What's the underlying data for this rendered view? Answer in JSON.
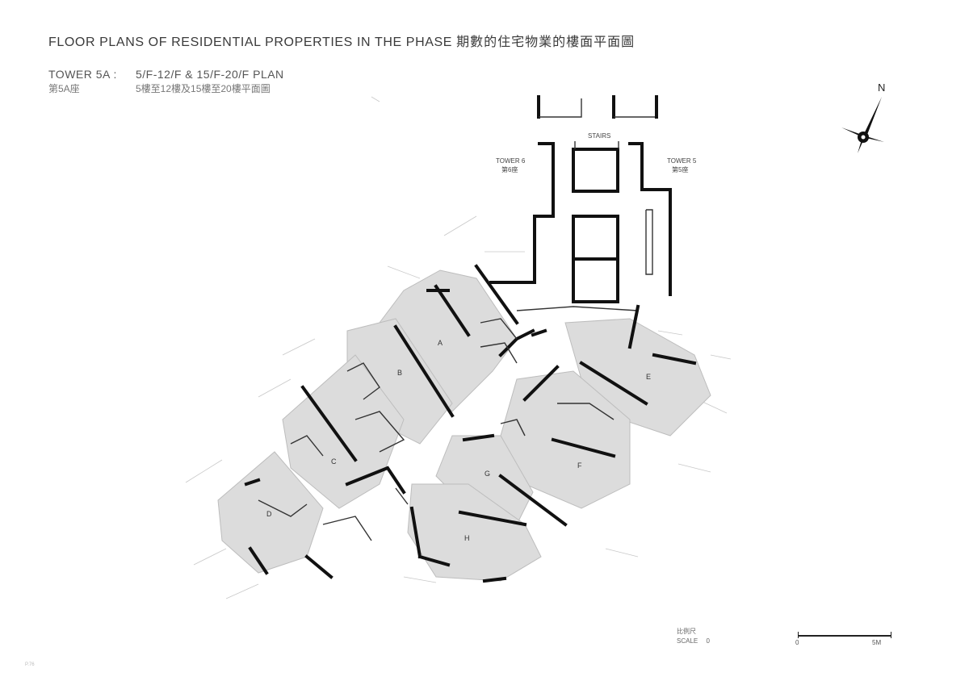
{
  "title": {
    "en": "FLOOR PLANS OF RESIDENTIAL PROPERTIES IN THE PHASE",
    "zh": "期數的住宅物業的樓面平面圖"
  },
  "subtitle": {
    "tower": "TOWER 5A :",
    "plan": "5/F-12/F & 15/F-20/F PLAN",
    "tower_zh": "第5A座",
    "plan_zh": "5樓至12樓及15樓至20樓平面圖"
  },
  "tower_labels": {
    "tower_b_en": "TOWER 6",
    "tower_b_zh": "第6座",
    "tower_l_en": "TOWER 5",
    "tower_l_zh": "第5座",
    "stairs": "STAIRS"
  },
  "flats": [
    "A",
    "B",
    "C",
    "D",
    "E",
    "F",
    "G",
    "H"
  ],
  "compass": {
    "north": "N",
    "icon": "north-arrow-icon"
  },
  "scale": {
    "label_top": "比例尺",
    "label_bottom": "SCALE",
    "zero_a": "0",
    "zero_b": "0",
    "max": "5M"
  },
  "page_mark": "P.76"
}
